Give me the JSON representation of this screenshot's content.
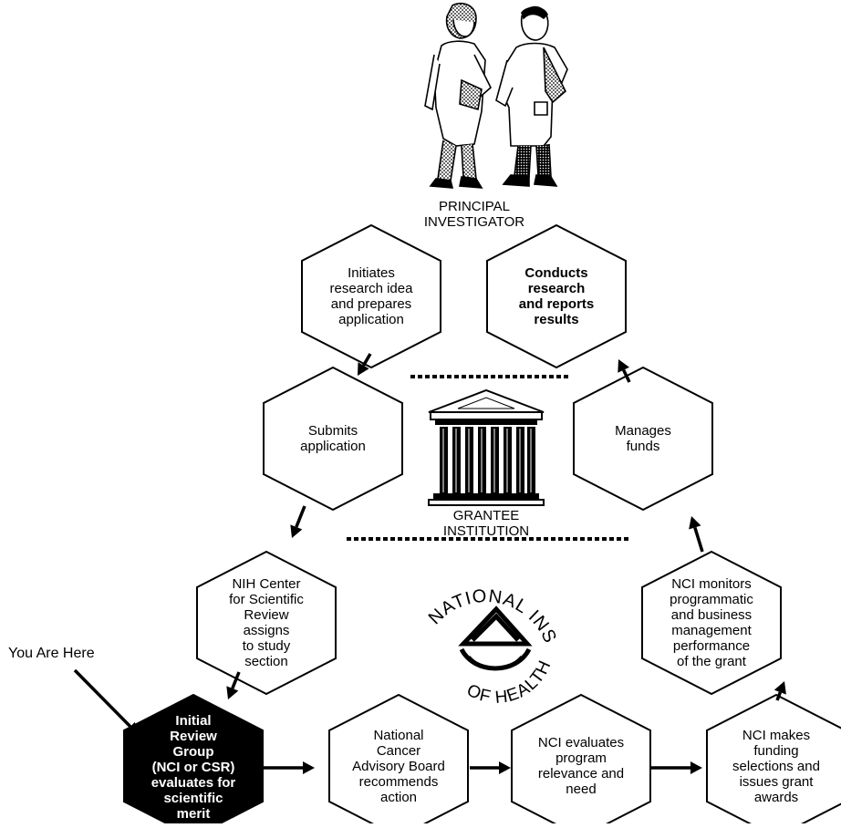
{
  "diagram": {
    "principal_investigator": "PRINCIPAL\nINVESTIGATOR",
    "grantee_institution": "GRANTEE\nINSTITUTION",
    "you_are_here": "You Are Here",
    "nih_logo": {
      "top_text": "NATIONAL INSTITUTES",
      "bottom_text": "OF HEALTH"
    },
    "steps": {
      "initiates": "Initiates\nresearch idea\nand prepares\napplication",
      "conducts": "Conducts\nresearch\nand reports\nresults",
      "submits": "Submits\napplication",
      "manages": "Manages\nfunds",
      "nih_csr": "NIH Center\nfor Scientific\nReview\nassigns\nto study\nsection",
      "nci_monitors": "NCI monitors\nprogrammatic\nand business\nmanagement\nperformance\nof the grant",
      "irg": "Initial\nReview\nGroup\n(NCI or CSR)\nevaluates for\nscientific\nmerit",
      "ncab": "National\nCancer\nAdvisory Board\nrecommends\naction",
      "nci_evaluates": "NCI evaluates\nprogram\nrelevance and\nneed",
      "nci_makes": "NCI makes\nfunding\nselections and\nissues grant\nawards"
    }
  }
}
